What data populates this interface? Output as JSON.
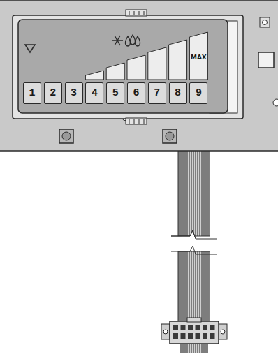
{
  "diagram": {
    "nodes": [
      {
        "text": [
          "1"
        ]
      },
      {
        "text": [
          "2"
        ]
      },
      {
        "text": [
          "3"
        ]
      },
      {
        "text": [
          "4"
        ]
      },
      {
        "text": [
          "5"
        ]
      },
      {
        "text": [
          "6"
        ]
      },
      {
        "text": [
          "7"
        ]
      },
      {
        "text": [
          "8"
        ]
      },
      {
        "text": [
          "9"
        ]
      }
    ],
    "labels": [
      "MAX"
    ]
  }
}
